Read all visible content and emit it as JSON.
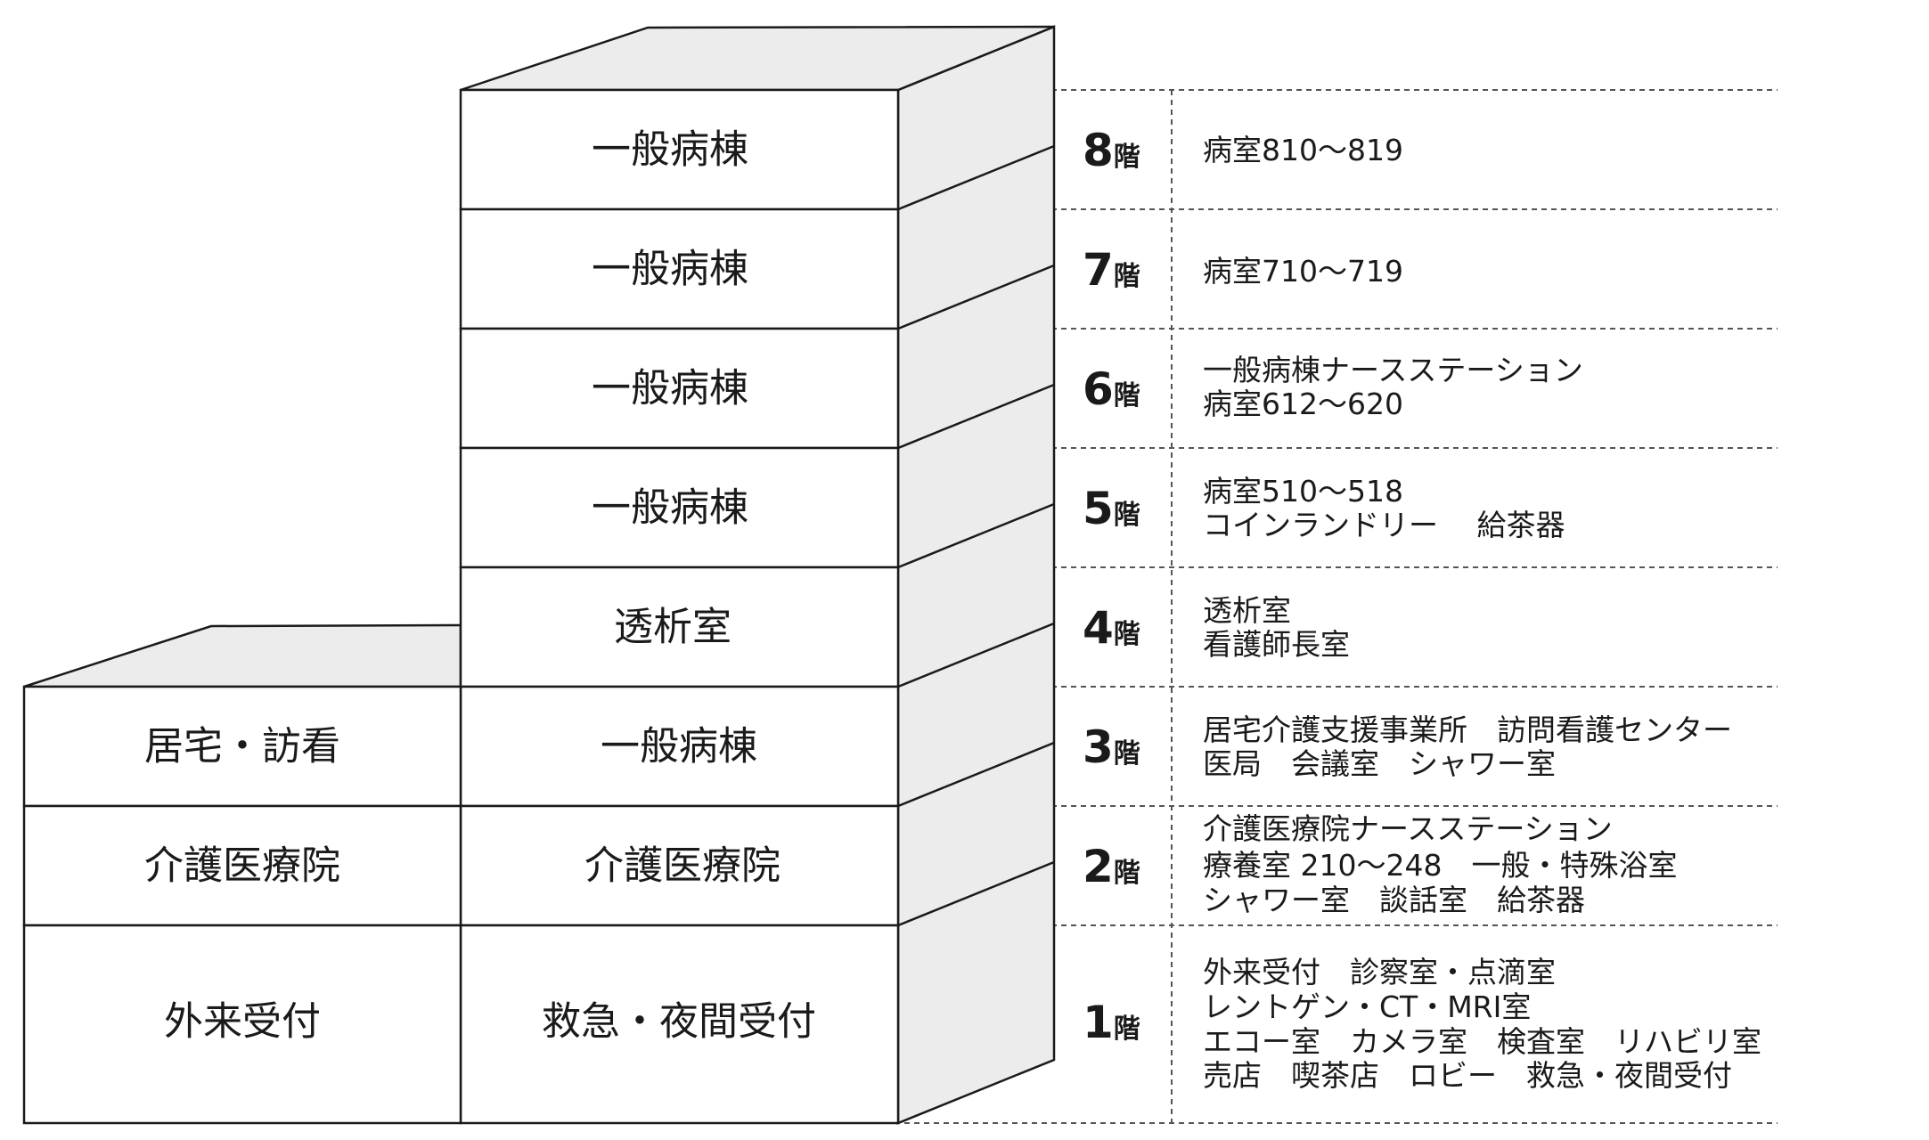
{
  "floor_suffix": "階",
  "floors": [
    {
      "number": "8",
      "main_label": "一般病棟",
      "left_label": "",
      "info": [
        "病室810～819"
      ]
    },
    {
      "number": "7",
      "main_label": "一般病棟",
      "left_label": "",
      "info": [
        "病室710～719"
      ]
    },
    {
      "number": "6",
      "main_label": "一般病棟",
      "left_label": "",
      "info": [
        "一般病棟ナースステーション",
        "病室612～620"
      ]
    },
    {
      "number": "5",
      "main_label": "一般病棟",
      "left_label": "",
      "info": [
        "病室510～518",
        "コインランドリー　 給茶器"
      ]
    },
    {
      "number": "4",
      "main_label": "透析室",
      "left_label": "",
      "info": [
        "透析室",
        "看護師長室"
      ]
    },
    {
      "number": "3",
      "main_label": "一般病棟",
      "left_label": "居宅・訪看",
      "info": [
        "居宅介護支援事業所　訪問看護センター",
        "医局　会議室　シャワー室"
      ]
    },
    {
      "number": "2",
      "main_label": "介護医療院",
      "left_label": "介護医療院",
      "info": [
        "介護医療院ナースステーション",
        "療養室 210～248　一般・特殊浴室",
        "シャワー室　談話室　給茶器"
      ]
    },
    {
      "number": "1",
      "main_label": "救急・夜間受付",
      "left_label": "外来受付",
      "info": [
        "外来受付　診察室・点滴室",
        "レントゲン・CT・MRI室",
        "エコー室　カメラ室　検査室　リハビリ室",
        "売店　喫茶店　ロビー　救急・夜間受付"
      ]
    }
  ]
}
